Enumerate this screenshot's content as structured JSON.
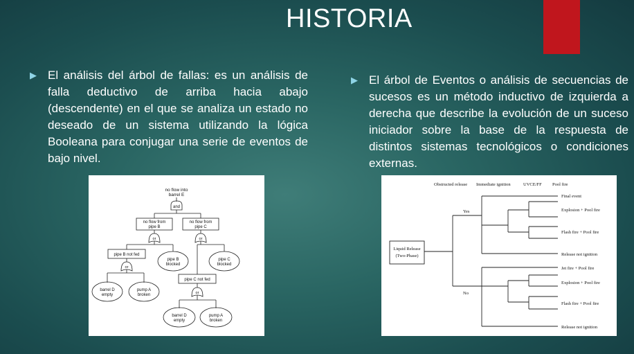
{
  "slide": {
    "title": "HISTORIA",
    "accent_color": "#c0161d",
    "bullet_color": "#8fd4e6"
  },
  "bullets": [
    {
      "text": "El análisis del árbol de fallas: es un análisis de falla deductivo de arriba hacia abajo (descendente) en el que se analiza un estado no deseado de un sistema utilizando la lógica Booleana para conjugar una serie de eventos de bajo nivel."
    },
    {
      "text": "El árbol de Eventos  o análisis de secuencias de sucesos es un método inductivo de izquierda a derecha que describe la evolución de un suceso iniciador sobre la base de la respuesta de distintos sistemas tecnológicos o condiciones externas."
    }
  ],
  "fault_tree": {
    "top": [
      "no flow into",
      "barrel  E"
    ],
    "and_gate": "and",
    "pipe_b": [
      "no flow from",
      "pipe B"
    ],
    "pipe_c": [
      "no flow from",
      "pipe C"
    ],
    "or_gate": "or",
    "pipe_b_not_fed": "pipe B not fed",
    "pipe_b_blocked": [
      "pipe B",
      "blocked"
    ],
    "pipe_c_blocked": [
      "pipe C",
      "blocked"
    ],
    "pipe_c_not_fed": "pipe C not fed",
    "barrel_d_empty": [
      "barrel D",
      "empty"
    ],
    "pump_a_broken": [
      "pump A",
      "broken"
    ]
  },
  "event_tree": {
    "headers": [
      "Obstructed release",
      "Immediate ignition",
      "UVCE/FF",
      "Pool fire"
    ],
    "initiator": [
      "Liquid Release",
      "(Two-Phase)"
    ],
    "yes": "Yes",
    "no": "No",
    "outcomes": [
      "Final event",
      "Explosion + Pool fire",
      "Flash fire + Pool fire",
      "Release not ignition",
      "Jet fire + Pool fire",
      "Explosion + Pool fire",
      "Flash fire + Pool fire",
      "Release not ignition"
    ]
  }
}
